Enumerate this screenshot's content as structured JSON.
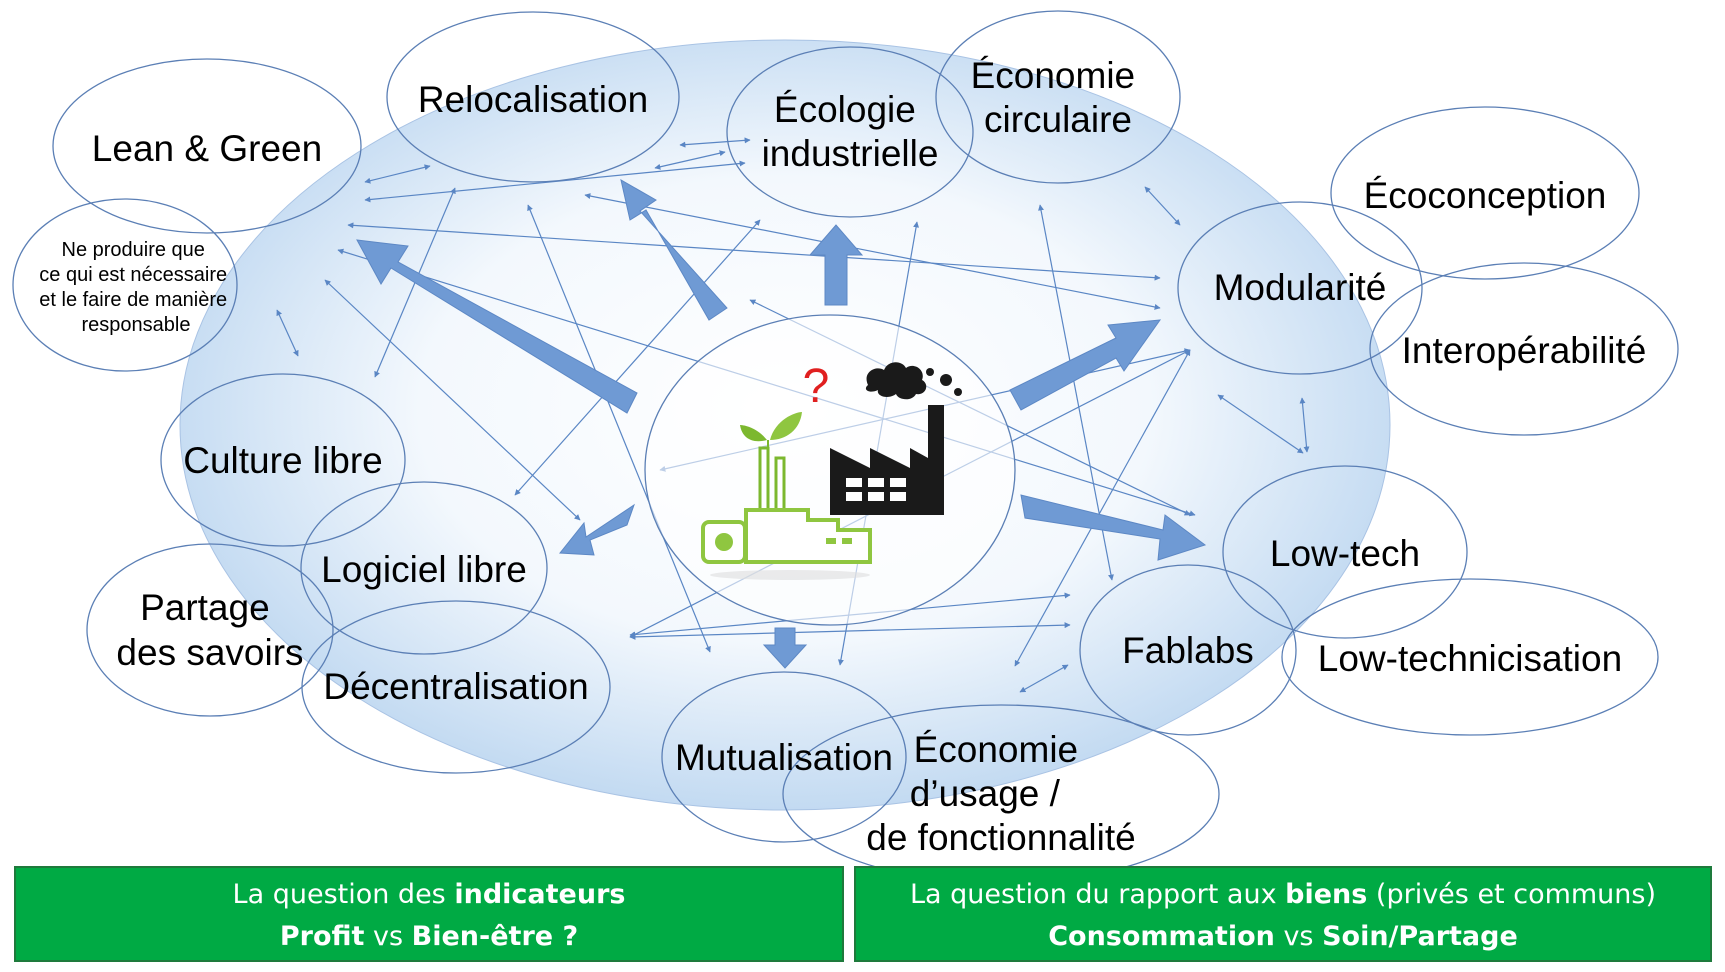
{
  "concepts": {
    "lean_green": "Lean & Green",
    "ne_produire": [
      "Ne produire que",
      "ce qui est nécessaire",
      "et le faire de manière",
      "responsable"
    ],
    "relocalisation": "Relocalisation",
    "ecologie": [
      "Écologie",
      "industrielle"
    ],
    "economie_circulaire": [
      "Économie",
      "circulaire"
    ],
    "ecoconception": "Écoconception",
    "modularite": "Modularité",
    "interoperabilite": "Interopérabilité",
    "culture_libre": "Culture libre",
    "logiciel_libre": "Logiciel libre",
    "partage": [
      "Partage",
      "des savoirs"
    ],
    "decentralisation": "Décentralisation",
    "mutualisation": "Mutualisation",
    "economie_usage": [
      "Économie",
      "d’usage /",
      "de fonctionnalité"
    ],
    "fablabs": "Fablabs",
    "low_tech": "Low-tech",
    "low_technicisation": "Low-technicisation"
  },
  "center": {
    "question_mark": "?"
  },
  "icons": {
    "center": "green-factory-and-polluting-factory-icon"
  },
  "colors": {
    "banner_bg": "#00aa44",
    "arrow": "#6f9ad4",
    "question": "#e02020",
    "plant_green": "#7cb82f"
  },
  "banners": {
    "left": {
      "l1_prefix": "La question des ",
      "l1_bold": "indicateurs",
      "l2_bold1": "Profit",
      "l2_mid": " vs ",
      "l2_bold2": "Bien-être ?"
    },
    "right": {
      "l1_prefix": "La question du rapport aux ",
      "l1_bold": "biens",
      "l1_suffix": " (privés et communs)",
      "l2_bold1": "Consommation",
      "l2_mid": " vs ",
      "l2_bold2": "Soin/Partage"
    }
  }
}
